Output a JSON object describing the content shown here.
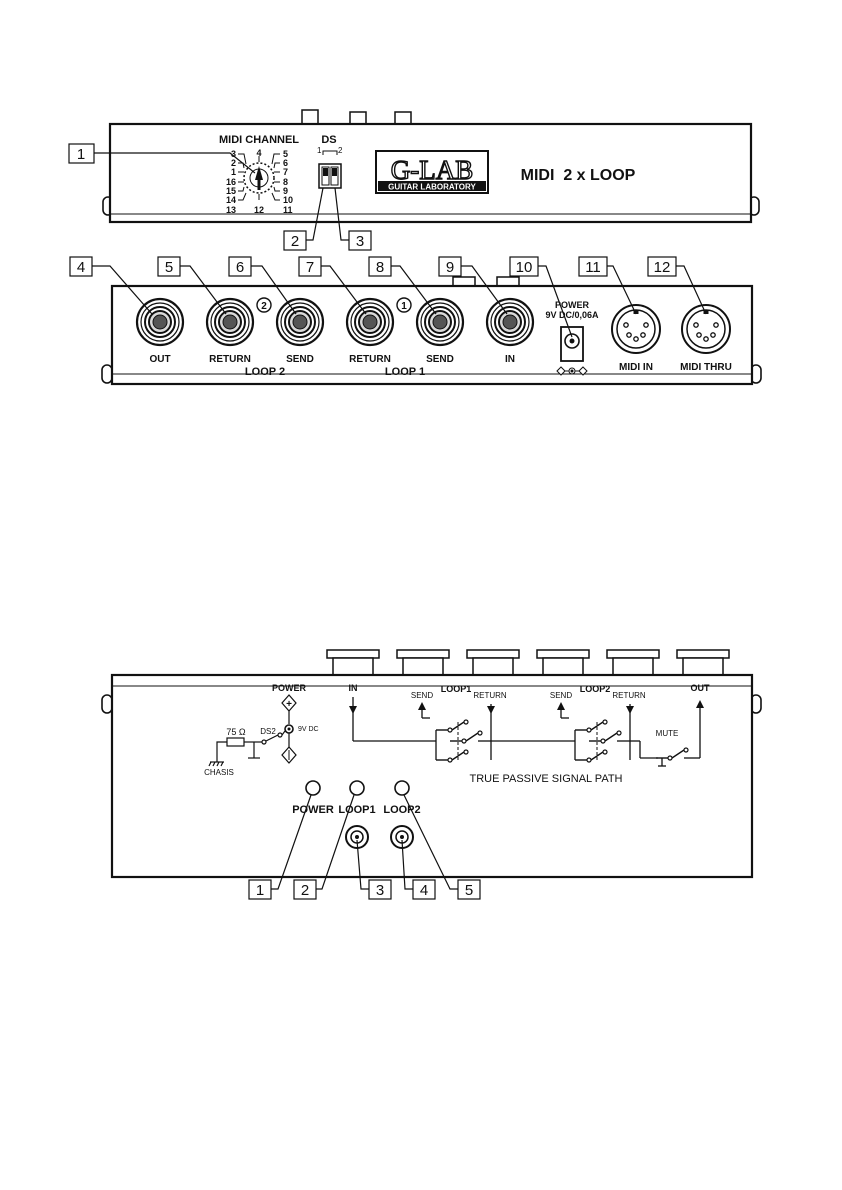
{
  "top_panel": {
    "midi_channel_title": "MIDI CHANNEL",
    "dial_numbers_left": [
      "3",
      "2",
      "1",
      "16",
      "15",
      "14",
      "13"
    ],
    "dial_numbers_right": [
      "5",
      "6",
      "7",
      "8",
      "9",
      "10",
      "11"
    ],
    "dial_number_top": "4",
    "dial_number_bottom": "12",
    "ds_title": "DS",
    "ds_left": "1",
    "ds_right": "2",
    "logo_main": "G-LAB",
    "logo_sub": "GUITAR LABORATORY",
    "product_name": "MIDI  2 x LOOP"
  },
  "top_callouts": [
    "1",
    "2",
    "3"
  ],
  "side_panel": {
    "callouts": [
      "4",
      "5",
      "6",
      "7",
      "8",
      "9",
      "10",
      "11",
      "12"
    ],
    "jack_labels": [
      "OUT",
      "RETURN",
      "SEND",
      "RETURN",
      "SEND",
      "IN"
    ],
    "loop_marker_2": "2",
    "loop_marker_1": "1",
    "loop2_label": "LOOP 2",
    "loop1_label": "LOOP 1",
    "power_line1": "POWER",
    "power_line2": "9V DC/0,06A",
    "midi_in": "MIDI IN",
    "midi_thru": "MIDI THRU"
  },
  "bottom_panel": {
    "power_title": "POWER",
    "volt_label": "9V DC",
    "resistor_label": "75 Ω",
    "ds2_label": "DS2",
    "chasis_label": "CHASIS",
    "in_label": "IN",
    "out_label": "OUT",
    "loop1_title": "LOOP1",
    "loop2_title": "LOOP2",
    "send_label": "SEND",
    "return_label": "RETURN",
    "mute_label": "MUTE",
    "signal_path": "TRUE PASSIVE SIGNAL PATH",
    "led_power": "POWER",
    "led_loop1": "LOOP1",
    "led_loop2": "LOOP2",
    "callouts": [
      "1",
      "2",
      "3",
      "4",
      "5"
    ]
  }
}
